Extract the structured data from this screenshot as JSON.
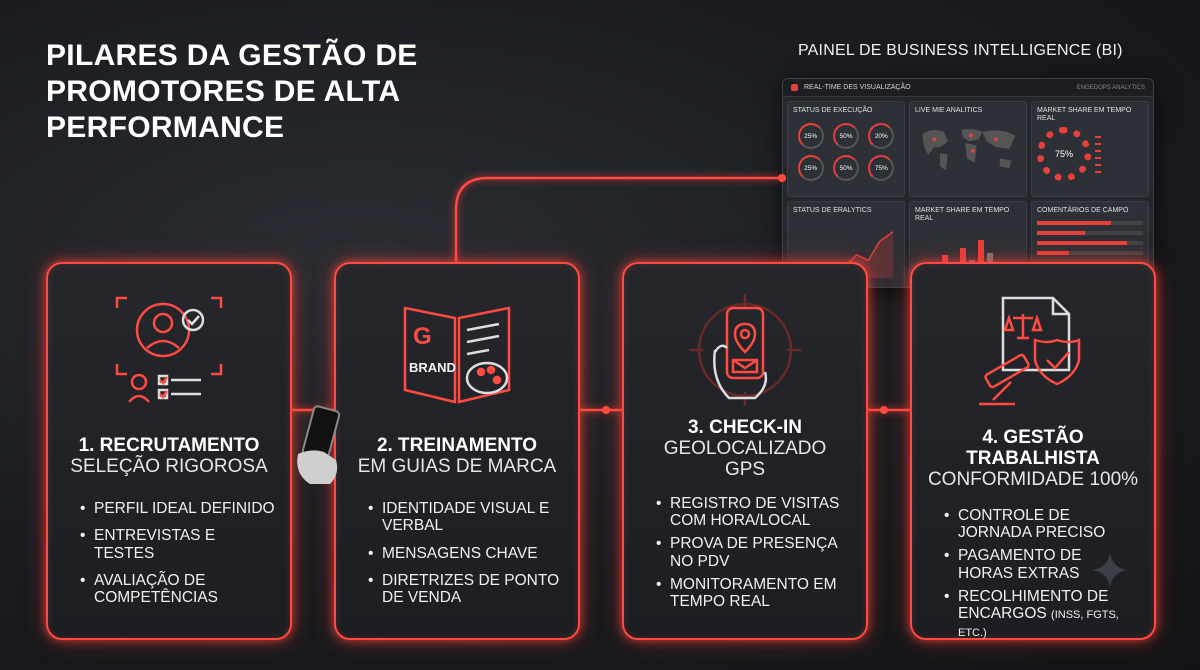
{
  "header": {
    "title": "PILARES DA GESTÃO DE PROMOTORES DE ALTA PERFORMANCE",
    "bi_title": "PAINEL DE BUSINESS INTELLIGENCE (BI)"
  },
  "dashboard": {
    "bar_title": "REAL-TIME DES VISUALIZAÇÃO",
    "bar_right": "ENGEDOPS ANALYTICS",
    "panels": {
      "status_exec": "STATUS DE EXECUÇÃO",
      "live": "LIVE MIE ANALITICS",
      "share_real": "MARKET SHARE EM TEMPO REAL",
      "status_eral": "STATUS DE ERALYTICS",
      "share_real_2": "MARKET SHARE EM TEMPO REAL",
      "comments": "COMENTÁRIOS DE CAMPO"
    },
    "rings": [
      "25%",
      "50%",
      "20%",
      "25%",
      "50%",
      "75%"
    ],
    "donut_value": "75%"
  },
  "cards": [
    {
      "number_title": "1. RECRUTAMENTO",
      "subtitle": "SELEÇÃO RIGOROSA",
      "bullets": [
        "PERFIL IDEAL DEFINIDO",
        "ENTREVISTAS E TESTES",
        "AVALIAÇÃO DE COMPETÊNCIAS"
      ]
    },
    {
      "number_title": "2. TREINAMENTO",
      "subtitle": "EM GUIAS DE MARCA",
      "icon_text": "BRAND",
      "bullets": [
        "IDENTIDADE VISUAL E VERBAL",
        "MENSAGENS CHAVE",
        "DIRETRIZES DE PONTO DE VENDA"
      ]
    },
    {
      "number_title": "3. CHECK-IN",
      "subtitle": "GEOLOCALIZADO GPS",
      "bullets": [
        "REGISTRO DE VISITAS COM HORA/LOCAL",
        "PROVA DE PRESENÇA NO PDV",
        "MONITORAMENTO EM TEMPO REAL"
      ]
    },
    {
      "number_title": "4. GESTÃO TRABALHISTA",
      "subtitle": "CONFORMIDADE 100%",
      "bullets": [
        "CONTROLE DE JORNADA PRECISO",
        "PAGAMENTO DE HORAS EXTRAS"
      ],
      "last_bullet_main": "RECOLHIMENTO DE ENCARGOS",
      "last_bullet_small": "(INSS, FGTS, ETC.)"
    }
  ],
  "colors": {
    "accent": "#ff4b43",
    "background": "#1a1c20"
  }
}
